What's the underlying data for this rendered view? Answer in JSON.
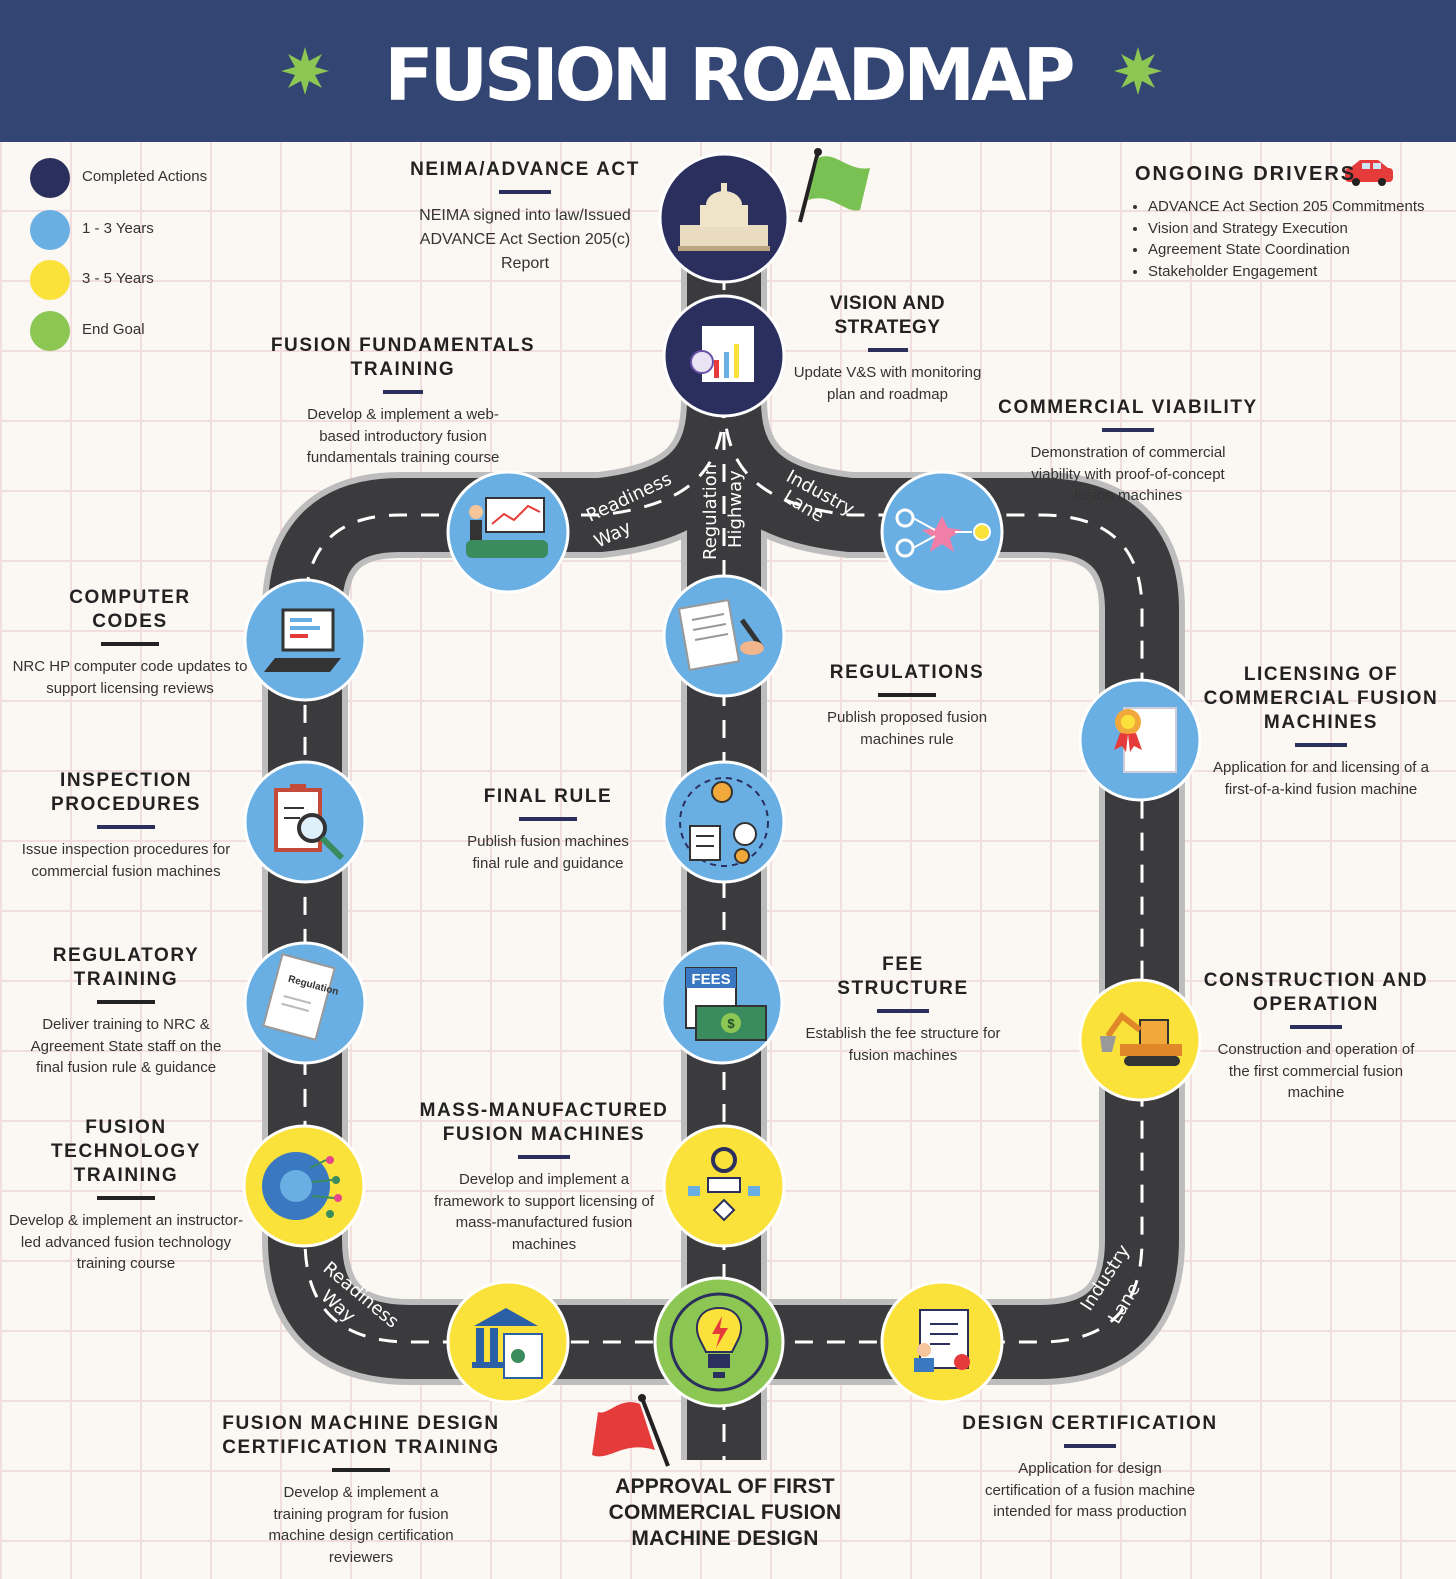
{
  "title": "FUSION ROADMAP",
  "colors": {
    "header": "#334573",
    "completed": "#2b2f5e",
    "one_to_three": "#6aafe3",
    "three_to_five": "#fbe23a",
    "end_goal": "#8cc653",
    "road": "#3b3b3e"
  },
  "legend": [
    {
      "label": "Completed Actions",
      "color": "#2b2f5e"
    },
    {
      "label": "1 - 3 Years",
      "color": "#6aafe3"
    },
    {
      "label": "3 - 5 Years",
      "color": "#fbe23a"
    },
    {
      "label": "End Goal",
      "color": "#8cc653"
    }
  ],
  "road_labels": {
    "readiness": "Readiness Way",
    "regulation": "Regulation Highway",
    "industry": "Industry Lane"
  },
  "drivers": {
    "title": "ONGOING DRIVERS",
    "items": [
      "ADVANCE Act Section 205 Commitments",
      "Vision and Strategy Execution",
      "Agreement State Coordination",
      "Stakeholder Engagement"
    ]
  },
  "milestones": {
    "neima": {
      "title": "NEIMA/ADVANCE ACT",
      "desc": "NEIMA signed into law/Issued ADVANCE Act Section 205(c) Report",
      "icon": "capitol-building-icon"
    },
    "vision": {
      "title": "VISION AND STRATEGY",
      "desc": "Update V&S with monitoring plan and roadmap",
      "icon": "strategy-chart-icon"
    },
    "fundamentals": {
      "title": "FUSION FUNDAMENTALS TRAINING",
      "desc": "Develop & implement a web-based introductory fusion fundamentals training course",
      "icon": "classroom-presentation-icon"
    },
    "viability": {
      "title": "COMMERCIAL VIABILITY",
      "desc": "Demonstration of commercial viability with proof-of-concept fusion machines",
      "icon": "fusion-particles-icon"
    },
    "codes": {
      "title": "COMPUTER CODES",
      "desc": "NRC HP computer code updates to support licensing reviews",
      "icon": "computer-icon"
    },
    "regulations": {
      "title": "REGULATIONS",
      "desc": "Publish proposed fusion machines rule",
      "icon": "signing-document-icon"
    },
    "licensing": {
      "title": "LICENSING OF COMMERCIAL FUSION MACHINES",
      "desc": "Application for and licensing of a first-of-a-kind fusion machine",
      "icon": "certificate-icon"
    },
    "inspection": {
      "title": "INSPECTION PROCEDURES",
      "desc": "Issue inspection procedures for commercial fusion machines",
      "icon": "clipboard-magnifier-icon"
    },
    "final_rule": {
      "title": "FINAL RULE",
      "desc": "Publish fusion machines final rule and guidance",
      "icon": "process-gears-icon"
    },
    "reg_training": {
      "title": "REGULATORY TRAINING",
      "desc": "Deliver training to NRC & Agreement State staff on the final fusion rule & guidance",
      "icon": "regulation-book-icon"
    },
    "fees": {
      "title": "FEE STRUCTURE",
      "desc": "Establish the fee structure for fusion machines",
      "icon": "fees-money-icon",
      "icon_text": "FEES"
    },
    "construction": {
      "title": "CONSTRUCTION AND OPERATION",
      "desc": "Construction and operation of the first commercial fusion machine",
      "icon": "excavator-icon"
    },
    "tech_training": {
      "title": "FUSION TECHNOLOGY TRAINING",
      "desc": "Develop & implement an instructor-led advanced fusion technology training course",
      "icon": "tech-gear-circuit-icon"
    },
    "mass": {
      "title": "MASS-MANUFACTURED FUSION MACHINES",
      "desc": "Develop and implement a framework to support licensing of mass-manufactured fusion machines",
      "icon": "workflow-gear-icon"
    },
    "design_training": {
      "title": "FUSION MACHINE DESIGN CERTIFICATION TRAINING",
      "desc": "Develop & implement a training program for fusion machine design certification reviewers",
      "icon": "institution-certificate-icon"
    },
    "approval": {
      "title": "APPROVAL OF FIRST COMMERCIAL FUSION MACHINE DESIGN",
      "icon": "lightbulb-plug-icon"
    },
    "design_cert": {
      "title": "DESIGN CERTIFICATION",
      "desc": "Application for design certification of a fusion machine intended for mass production",
      "icon": "design-clipboard-icon"
    }
  }
}
